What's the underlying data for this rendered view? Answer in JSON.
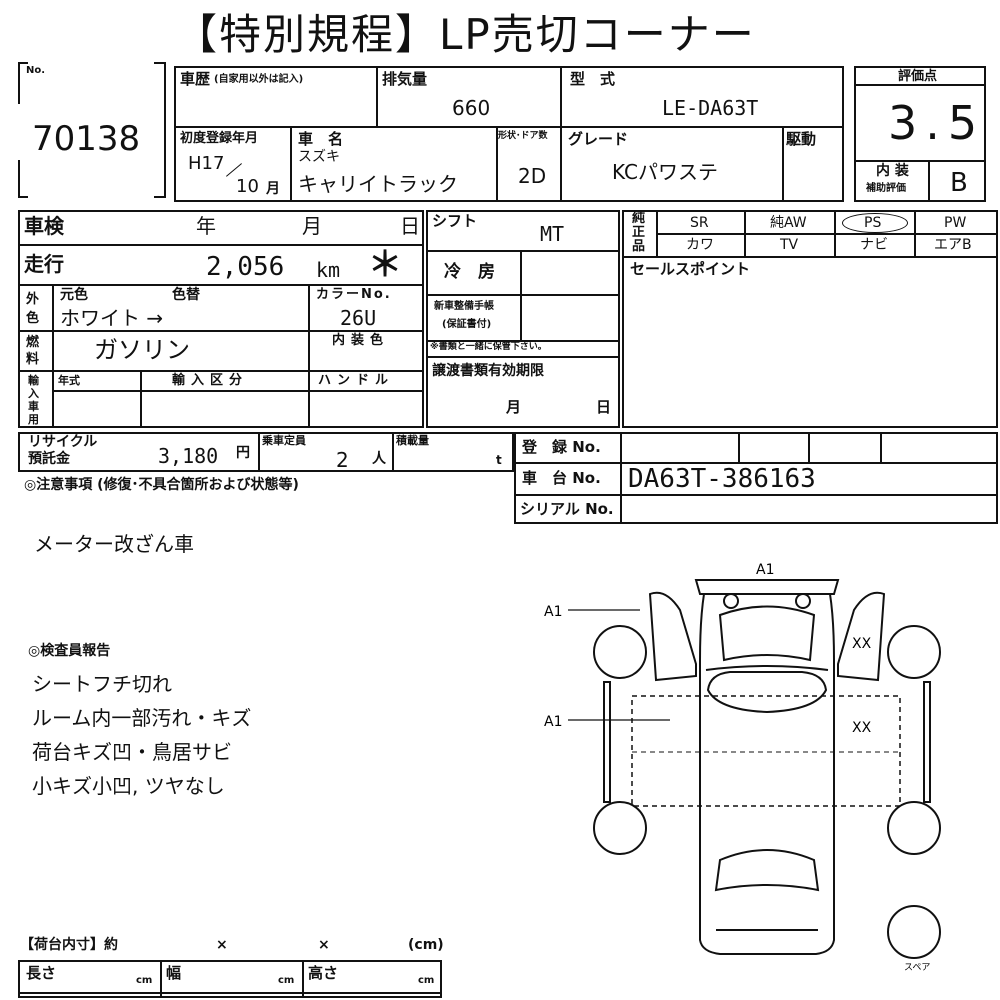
{
  "title": "【特別規程】LP売切コーナー",
  "lot": {
    "no_label": "No.",
    "number": "70138"
  },
  "history": {
    "label": "車歴",
    "note": "(自家用以外は記入)"
  },
  "displacement": {
    "label": "排気量",
    "value": "660"
  },
  "model_type": {
    "label": "型　式",
    "value": "LE-DA63T"
  },
  "score": {
    "label": "評価点",
    "value": "3.5"
  },
  "first_reg": {
    "label": "初度登録年月",
    "year": "H17",
    "month": "10",
    "month_unit": "月"
  },
  "car_name": {
    "label": "車　名",
    "maker": "スズキ",
    "name": "キャリイトラック"
  },
  "doors": {
    "label": "形状･ドア数",
    "value": "2D"
  },
  "grade": {
    "label": "グレード",
    "value": "KCパワステ"
  },
  "drive": {
    "label": "駆動"
  },
  "interior_score": {
    "label1": "内 装",
    "label2": "補助評価",
    "value": "B"
  },
  "inspection": {
    "label": "車検",
    "year": "年",
    "month": "月",
    "day": "日"
  },
  "mileage": {
    "label": "走行",
    "value": "2,056",
    "unit": "km",
    "mark": "＊"
  },
  "color": {
    "side_label": "外色",
    "orig_label": "元色",
    "change_label": "色替",
    "value": "ホワイト →",
    "code_label": "カラーNo.",
    "code": "26U"
  },
  "fuel": {
    "label": "燃料",
    "value": "ガソリン",
    "interior_color_label": "内装色"
  },
  "import": {
    "label": "輸入車用",
    "year_label": "年式",
    "class_label": "輸入区分",
    "handle_label": "ハンドル"
  },
  "shift": {
    "label": "シフト",
    "value": "MT"
  },
  "aircon": {
    "label": "冷　房"
  },
  "manual": {
    "label1": "新車整備手帳",
    "label2": "(保証書付)",
    "note": "※書類と一緒に保管下さい。"
  },
  "transfer": {
    "label": "譲渡書類有効期限",
    "month": "月",
    "day": "日"
  },
  "equipment": {
    "side_label": "純正品",
    "row1": [
      "SR",
      "純AW",
      "PS",
      "PW"
    ],
    "row2": [
      "カワ",
      "TV",
      "ナビ",
      "エアB"
    ]
  },
  "sales_point": {
    "label": "セールスポイント"
  },
  "recycle": {
    "label1": "リサイクル",
    "label2": "預託金",
    "value": "3,180",
    "unit": "円"
  },
  "capacity": {
    "label": "乗車定員",
    "value": "2",
    "unit": "人"
  },
  "load": {
    "label": "積載量",
    "unit": "t"
  },
  "registration": {
    "label": "登　録 No."
  },
  "chassis": {
    "label": "車　台 No.",
    "value": "DA63T-386163"
  },
  "serial": {
    "label": "シリアル No."
  },
  "notes": {
    "label": "◎注意事項 (修復･不具合箇所および状態等)",
    "text": "メーター改ざん車"
  },
  "inspector": {
    "label": "◎検査員報告",
    "lines": [
      "シートフチ切れ",
      "ルーム内一部汚れ・キズ",
      "荷台キズ凹・鳥居サビ",
      "小キズ小凹, ツヤなし"
    ]
  },
  "cargo": {
    "label": "【荷台内寸】約",
    "x1": "×",
    "x2": "×",
    "unit_label": "(cm)",
    "length": "長さ",
    "width": "幅",
    "height": "高さ",
    "cm": "cm"
  },
  "diagram": {
    "marks": [
      "A1",
      "A1",
      "A1",
      "XX",
      "XX"
    ],
    "spare": "スペア"
  }
}
